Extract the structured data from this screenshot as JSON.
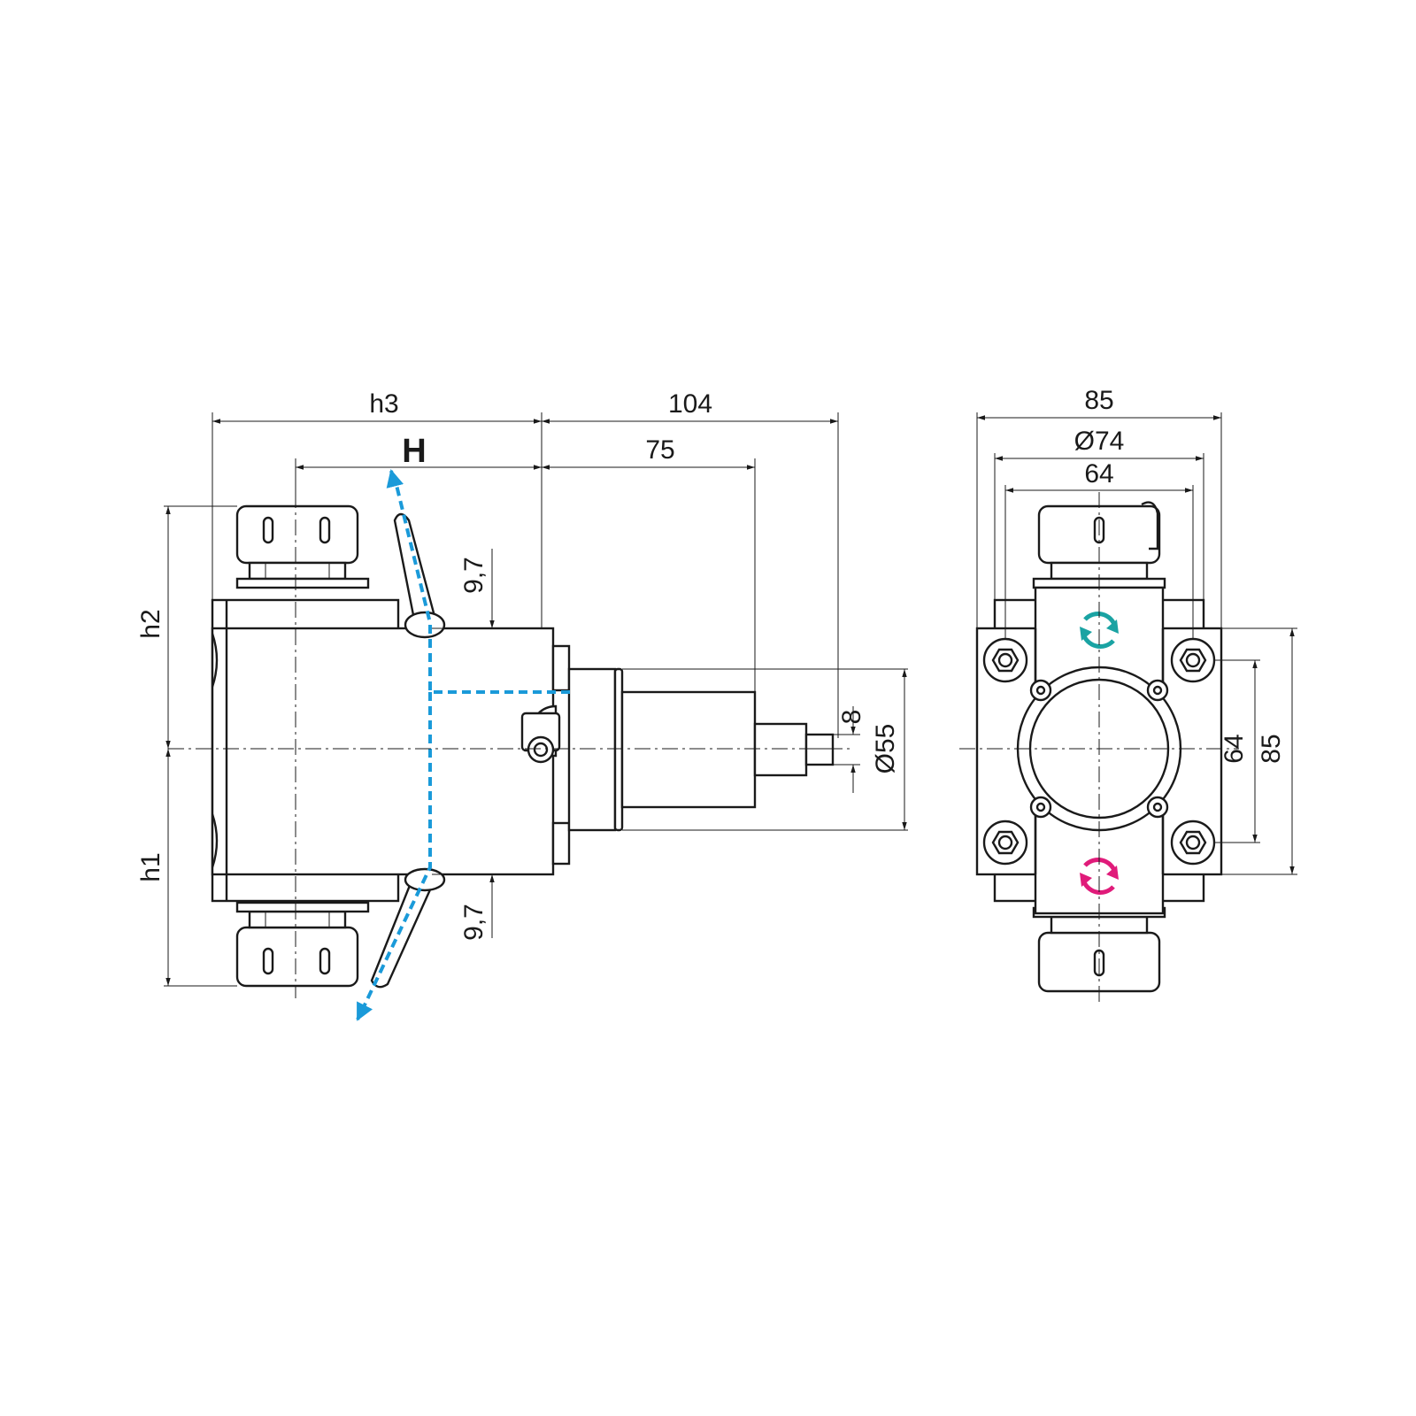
{
  "labels": {
    "h3": "h3",
    "H": "H",
    "d104": "104",
    "d75": "75",
    "h2": "h2",
    "h1": "h1",
    "d9_7_top": "9,7",
    "d9_7_bottom": "9,7",
    "d8": "8",
    "d55": "Ø55",
    "d85_top": "85",
    "d74": "Ø74",
    "d64_top": "64",
    "d64_side": "64",
    "d85_side": "85"
  },
  "colors": {
    "coolant": "#1a9ad9",
    "rotation_cw": "#1aa3a3",
    "rotation_ccw": "#e01b7a",
    "line": "#1a1a1a"
  },
  "icons": {
    "rotation_top": "rotate-arrows-icon",
    "rotation_bottom": "rotate-arrows-icon"
  }
}
